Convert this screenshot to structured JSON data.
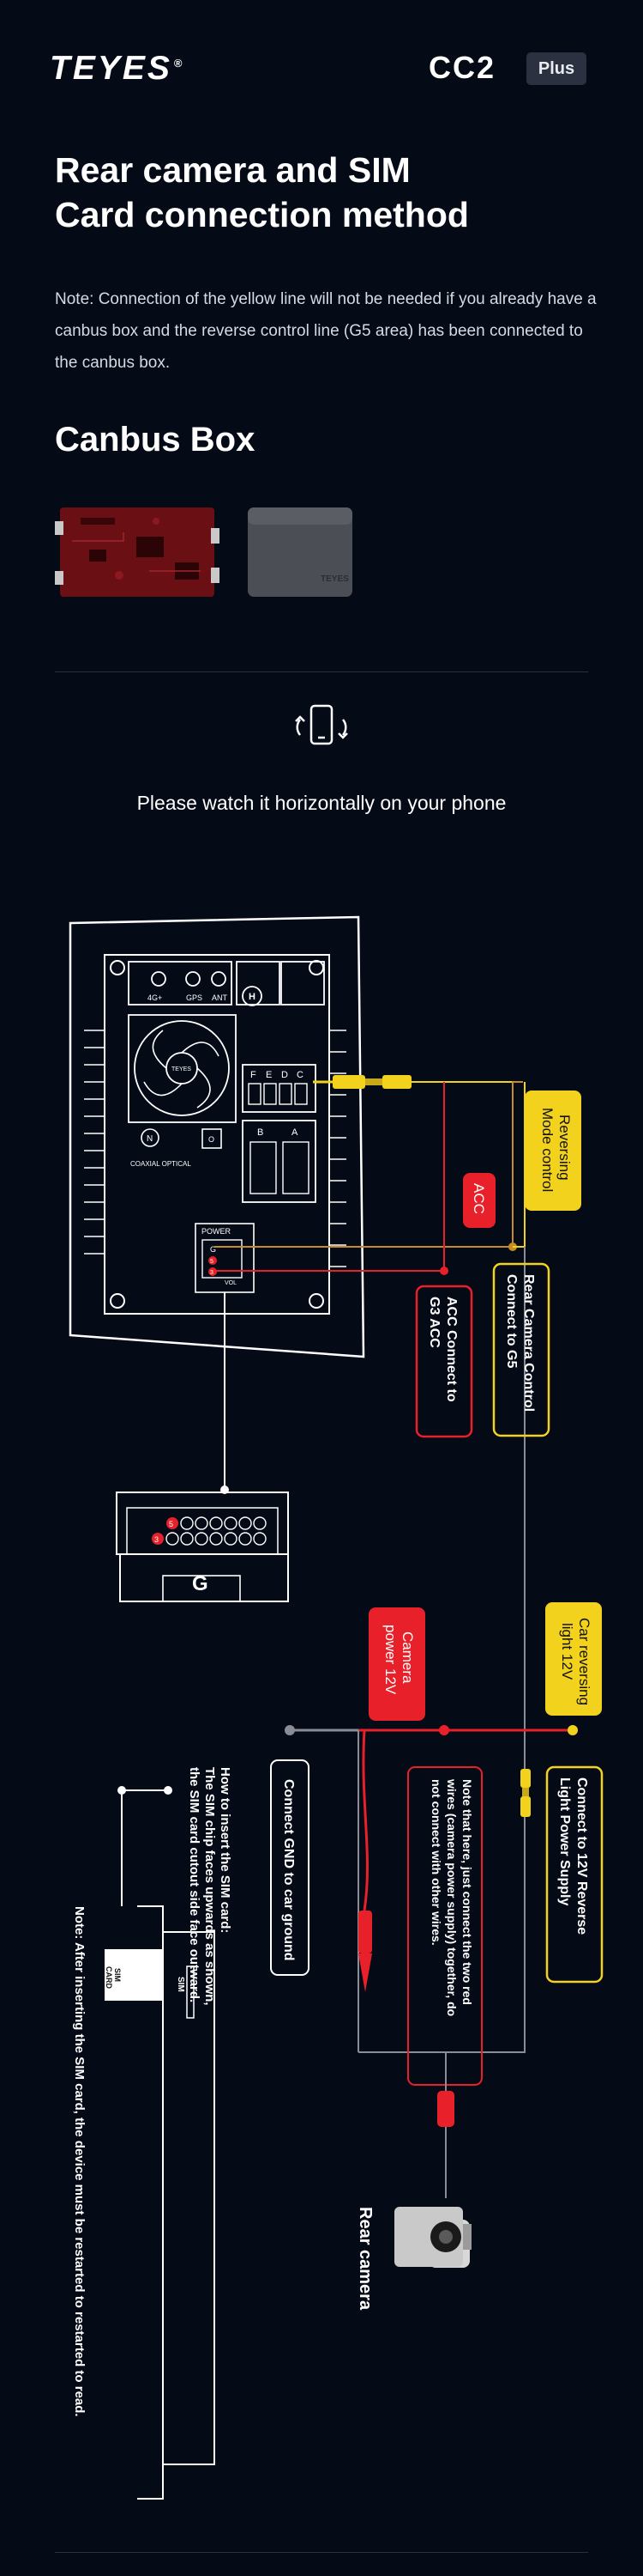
{
  "header": {
    "brand": "TEYES",
    "trademark": "®",
    "model": "CC2",
    "edition": "Plus"
  },
  "title": {
    "line1": "Rear camera and SIM",
    "line2": "Card connection method"
  },
  "note": "Note: Connection of the yellow line will not be needed if you already have a canbus box and the reverse control line (G5 area) has been connected to the canbus box.",
  "canbus": {
    "heading": "Canbus Box",
    "box2_text": "TEYES"
  },
  "rotate_hint": "Please watch it horizontally on your phone",
  "colors": {
    "background": "#050a17",
    "red": "#e8202a",
    "yellow": "#f2d21c",
    "wire_gray": "#8a8d95"
  },
  "diagram": {
    "unit": {
      "brand": "TEYES",
      "ant": "ANT",
      "four_g": "4G+",
      "gps": "GPS",
      "h": "H",
      "f": "F",
      "e": "E",
      "d": "D",
      "c": "C",
      "b": "B",
      "a": "A",
      "n": "N",
      "coaxial": "COAXIAL OPTICAL",
      "o": "O",
      "power": "POWER",
      "g": "G",
      "g5": "5",
      "g3": "3",
      "vol": "VOL"
    },
    "connector": {
      "label": "G",
      "pin5": "5",
      "pin3": "3"
    },
    "labels": {
      "reversing_mode": [
        "Reversing",
        "Mode control"
      ],
      "acc": "ACC",
      "acc_connect": [
        "ACC Connect to",
        "G3 ACC"
      ],
      "rear_cam_control": [
        "Rear Camera Control",
        "Connect to G5"
      ],
      "camera_power": [
        "Camera",
        "power 12V"
      ],
      "reversing_light": [
        "Car reversing",
        "light 12V"
      ],
      "gnd": "Connect GND to car ground",
      "red_note": [
        "Note that here, just connect the two red",
        "wires (camera power supply) together, do",
        "not connect with other wires."
      ],
      "reverse_power": [
        "Connect to 12V Reverse",
        "Light Power Supply"
      ],
      "sim_how": [
        "How to insert the SIM card:",
        "The SIM chip faces upwards as shown,",
        "the SIM card cutout side face outward."
      ],
      "sim_note": "Note: After inserting the SIM card, the device must be restarted to restarted to read.",
      "sim": "SIM",
      "sim_card": "SIM",
      "sim_card2": "CARD",
      "rear_camera": "Rear camera"
    }
  }
}
